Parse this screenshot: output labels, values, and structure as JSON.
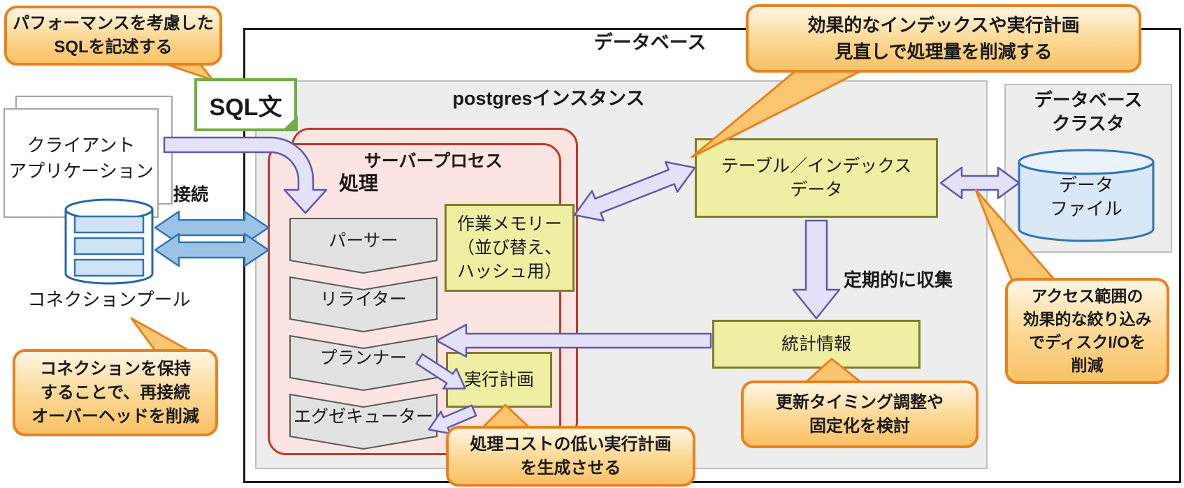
{
  "diagram": {
    "titles": {
      "database": "データベース",
      "postgres_instance": "postgresインスタンス",
      "server_process": "サーバープロセス",
      "processing": "処理",
      "db_cluster": [
        "データベース",
        "クラスタ"
      ]
    },
    "client": {
      "app": [
        "クライアント",
        "アプリケーション"
      ],
      "connection": "接続",
      "pool": "コネクションプール"
    },
    "sql_note": "SQL文",
    "pipeline": [
      "パーサー",
      "リライター",
      "プランナー",
      "エグゼキューター"
    ],
    "work_memory": [
      "作業メモリー",
      "（並び替え、",
      "ハッシュ用）"
    ],
    "exec_plan": "実行計画",
    "table_index": [
      "テーブル／インデックス",
      "データ"
    ],
    "stats": "統計情報",
    "periodic": "定期的に収集",
    "data_file": [
      "データ",
      "ファイル"
    ],
    "callouts": {
      "performance": [
        "パフォーマンスを考慮した",
        "SQLを記述する"
      ],
      "index_review": [
        "効果的なインデックスや実行計画",
        "見直しで処理量を削減する"
      ],
      "keep_connection": [
        "コネクションを保持",
        "することで、再接続",
        "オーバーヘッドを削減"
      ],
      "disk_io": [
        "アクセス範囲の",
        "効果的な絞り込み",
        "でディスクI/Oを",
        "削減"
      ],
      "stats_tuning": [
        "更新タイミング調整や",
        "固定化を検討"
      ],
      "low_cost_plan": [
        "処理コストの低い実行計画",
        "を生成させる"
      ]
    },
    "colors": {
      "callout_border": "#E8821E",
      "yellow_fill": "#EFEFA3",
      "pink_fill": "#FBE4E1",
      "purple_arrow": "#E4E2F8",
      "blue_arrow": "#9CC3E5",
      "green_border": "#6FAE46"
    }
  }
}
